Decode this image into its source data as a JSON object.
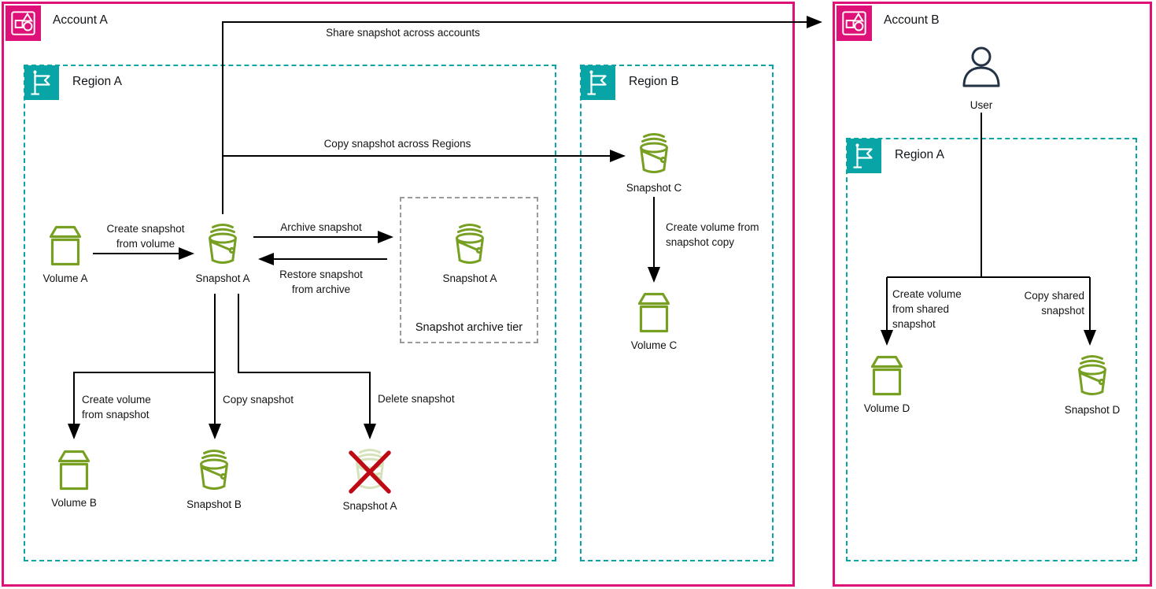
{
  "groups": {
    "account_a": {
      "title": "Account A"
    },
    "account_b": {
      "title": "Account B"
    },
    "region_a_account_a": {
      "title": "Region A"
    },
    "region_b": {
      "title": "Region B"
    },
    "region_a_account_b": {
      "title": "Region A"
    },
    "archive_tier": {
      "caption": "Snapshot archive tier"
    }
  },
  "nodes": {
    "user": {
      "label": "User"
    },
    "volume_a": {
      "label": "Volume A"
    },
    "snapshot_a": {
      "label": "Snapshot A"
    },
    "snapshot_a_archived": {
      "label": "Snapshot A"
    },
    "volume_b": {
      "label": "Volume B"
    },
    "snapshot_b": {
      "label": "Snapshot B"
    },
    "snapshot_a_deleted": {
      "label": "Snapshot A"
    },
    "snapshot_c": {
      "label": "Snapshot C"
    },
    "volume_c": {
      "label": "Volume C"
    },
    "volume_d": {
      "label": "Volume D"
    },
    "snapshot_d": {
      "label": "Snapshot D"
    }
  },
  "edges": {
    "share_snapshot_across_accounts": {
      "label": "Share snapshot across accounts"
    },
    "copy_snapshot_across_regions": {
      "label": "Copy snapshot across Regions"
    },
    "create_snapshot_from_volume": {
      "label": "Create snapshot\nfrom volume"
    },
    "archive_snapshot": {
      "label": "Archive snapshot"
    },
    "restore_snapshot_from_archive": {
      "label": "Restore snapshot\nfrom archive"
    },
    "create_volume_from_snapshot": {
      "label": "Create volume\nfrom snapshot"
    },
    "copy_snapshot": {
      "label": "Copy snapshot"
    },
    "delete_snapshot": {
      "label": "Delete snapshot"
    },
    "create_volume_from_snapshot_copy": {
      "label": "Create volume from\nsnapshot copy"
    },
    "create_volume_from_shared_snapshot": {
      "label": "Create volume\nfrom shared\nsnapshot"
    },
    "copy_shared_snapshot": {
      "label": "Copy shared\nsnapshot"
    }
  },
  "colors": {
    "account_pink": "#DE1179",
    "region_teal": "#08A4A6",
    "archive_gray": "#9B9B9B",
    "resource_green": "#77A022",
    "delete_red": "#BE0A14",
    "user_navy": "#243246",
    "connector_black": "#000000"
  }
}
